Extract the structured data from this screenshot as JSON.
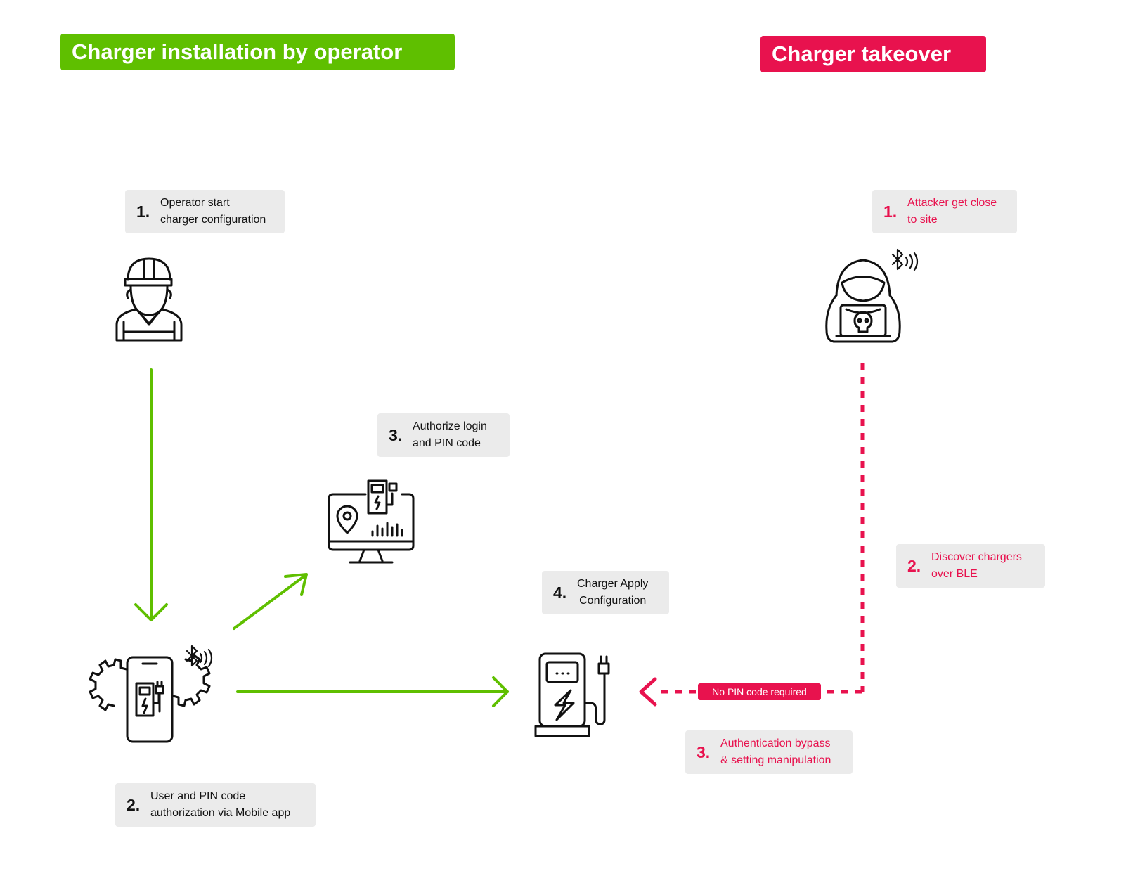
{
  "titles": {
    "installation": "Charger installation by operator",
    "takeover": "Charger takeover"
  },
  "operator_steps": {
    "s1": {
      "num": "1.",
      "text": "Operator start\ncharger configuration"
    },
    "s2": {
      "num": "2.",
      "text": "User and PIN code\nauthorization via Mobile app"
    },
    "s3": {
      "num": "3.",
      "text": "Authorize login\nand PIN code"
    },
    "s4": {
      "num": "4.",
      "text": "Charger Apply\nConfiguration"
    }
  },
  "attacker_steps": {
    "s1": {
      "num": "1.",
      "text": "Attacker get close\nto site"
    },
    "s2": {
      "num": "2.",
      "text": "Discover chargers\nover BLE"
    },
    "s3": {
      "num": "3.",
      "text": "Authentication bypass\n& setting manipulation"
    }
  },
  "badge": "No PIN code required",
  "colors": {
    "operator_green": "#5fbf00",
    "attacker_red": "#e8124e",
    "step_box_bg": "#ebebeb",
    "icon_stroke": "#111111"
  },
  "icons": {
    "operator": "worker-helmet-icon",
    "mobile": "phone-gear-charger-icon",
    "cloud_monitor": "monitor-charger-map-icon",
    "charger": "ev-charger-station-icon",
    "attacker": "hooded-hacker-laptop-icon",
    "bluetooth": "bluetooth-signal-icon"
  }
}
